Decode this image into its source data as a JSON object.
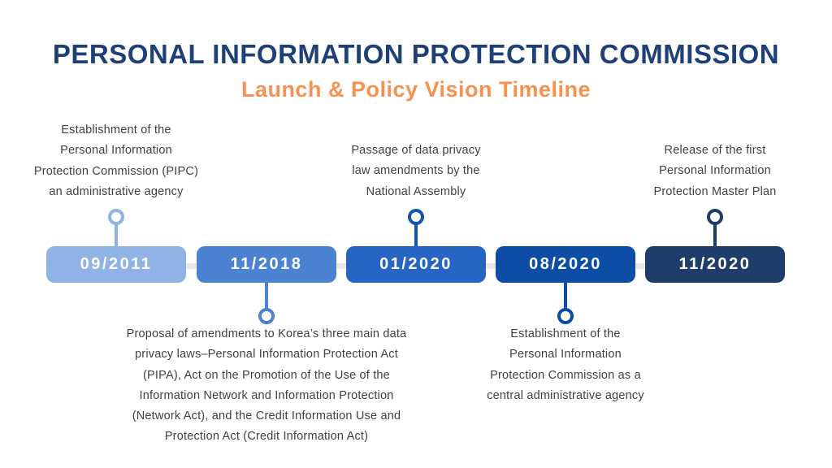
{
  "header": {
    "title": "PERSONAL INFORMATION PROTECTION COMMISSION",
    "subtitle": "Launch & Policy Vision Timeline"
  },
  "colors": {
    "title_navy": "#1F4077",
    "subtitle_orange": "#F89150",
    "body_text": "#414042",
    "track_gray": "#E9E9E9"
  },
  "timeline": {
    "milestones": [
      {
        "date": "09/2011",
        "color": "#8FB3E4",
        "connector_color": "#8FB3E4",
        "note_position": "above",
        "note_lines": [
          "Establishment of the",
          "Personal Information",
          "Protection Commission (PIPC)",
          "an administrative agency"
        ]
      },
      {
        "date": "11/2018",
        "color": "#4B82D2",
        "connector_color": "#4B82D2",
        "note_position": "below",
        "note_lines": [
          "Proposal of amendments to Korea’s three main data",
          "privacy laws–Personal Information Protection Act",
          "(PIPA), Act on the Promotion of the Use of the",
          "Information Network and Information Protection",
          "(Network Act), and the Credit Information Use and",
          "Protection Act (Credit Information Act)"
        ]
      },
      {
        "date": "01/2020",
        "color": "#2765C4",
        "connector_color": "#1355AE",
        "note_position": "above",
        "note_lines": [
          "Passage of data privacy",
          "law amendments by the",
          "National Assembly"
        ]
      },
      {
        "date": "08/2020",
        "color": "#0D4DA5",
        "connector_color": "#0D4DA5",
        "note_position": "below",
        "note_lines": [
          "Establishment of the",
          "Personal Information",
          "Protection Commission as a",
          "central administrative agency"
        ]
      },
      {
        "date": "11/2020",
        "color": "#1F3D69",
        "connector_color": "#1F3D69",
        "note_position": "above",
        "note_lines": [
          "Release of the first",
          "Personal Information",
          "Protection Master Plan"
        ]
      }
    ]
  }
}
